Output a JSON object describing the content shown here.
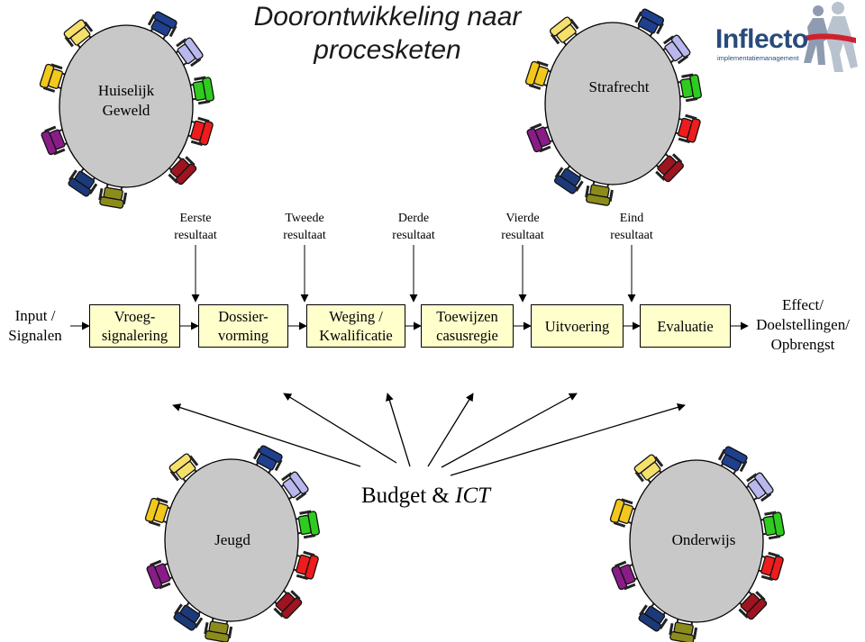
{
  "title": {
    "line1": "Doorontwikkeling naar",
    "line2": "procesketen"
  },
  "logo": {
    "name": "Inflecto",
    "tagline": "implementatiemanagement"
  },
  "tables": {
    "top_left": {
      "line1": "Huiselijk",
      "line2": "Geweld"
    },
    "top_right": {
      "line1": "Strafrecht"
    },
    "bottom_left": {
      "line1": "Jeugd"
    },
    "bottom_right": {
      "line1": "Onderwijs"
    }
  },
  "results": [
    {
      "line1": "Eerste",
      "line2": "resultaat"
    },
    {
      "line1": "Tweede",
      "line2": "resultaat"
    },
    {
      "line1": "Derde",
      "line2": "resultaat"
    },
    {
      "line1": "Vierde",
      "line2": "resultaat"
    },
    {
      "line1": "Eind",
      "line2": "resultaat"
    }
  ],
  "input": {
    "line1": "Input /",
    "line2": "Signalen"
  },
  "steps": [
    {
      "line1": "Vroeg-",
      "line2": "signalering"
    },
    {
      "line1": "Dossier-",
      "line2": "vorming"
    },
    {
      "line1": "Weging /",
      "line2": "Kwalificatie"
    },
    {
      "line1": "Toewijzen",
      "line2": "casusregie"
    },
    {
      "line1": "Uitvoering",
      "line2": ""
    },
    {
      "line1": "Evaluatie",
      "line2": ""
    }
  ],
  "output": {
    "line1": "Effect/",
    "line2": "Doelstellingen/",
    "line3": "Opbrengst"
  },
  "budget": {
    "main": "Budget &",
    "ict": "ICT"
  },
  "colors": {
    "table_fill": "#c8c8c8",
    "step_fill": "#ffffcc",
    "logo_blue": "#274b7a",
    "logo_red": "#d0202e",
    "chair_palette": [
      "#1f3f8f",
      "#b8b8ee",
      "#2ecc1e",
      "#ee1c1c",
      "#9e1420",
      "#8c8c1c",
      "#1c3a7a",
      "#8a1c88",
      "#f2c81c",
      "#f6e06c"
    ]
  }
}
